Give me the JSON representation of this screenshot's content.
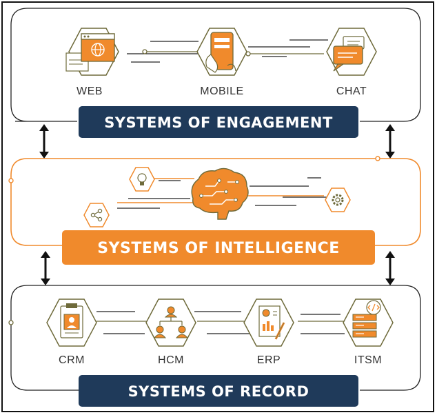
{
  "engagement": {
    "title": "SYSTEMS OF ENGAGEMENT",
    "channels": [
      "WEB",
      "MOBILE",
      "CHAT"
    ]
  },
  "intelligence": {
    "title": "SYSTEMS OF INTELLIGENCE"
  },
  "record": {
    "title": "SYSTEMS OF RECORD",
    "systems": [
      "CRM",
      "HCM",
      "ERP",
      "ITSM"
    ]
  },
  "colors": {
    "navy": "#1f3a5a",
    "orange": "#f08a2c",
    "olive": "#6e6a3a",
    "outline": "#222222"
  },
  "icons": {
    "web": "browser-globe-icon",
    "mobile": "smartphone-icon",
    "chat": "chat-bubble-icon",
    "lightbulb": "lightbulb-icon",
    "brain": "brain-circuit-icon",
    "gear": "gear-icon",
    "share": "share-icon",
    "crm": "clipboard-profile-icon",
    "hcm": "org-chart-icon",
    "erp": "report-pen-icon",
    "itsm": "server-code-icon"
  }
}
